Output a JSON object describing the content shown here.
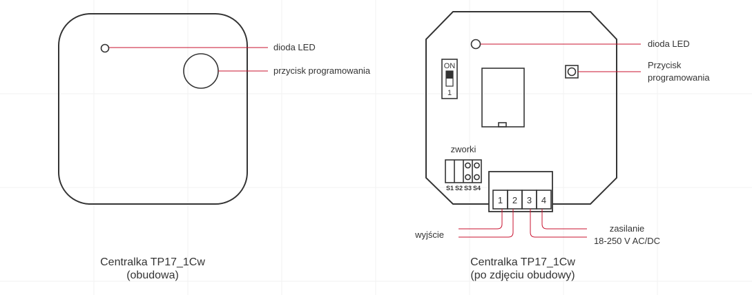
{
  "colors": {
    "outline": "#333333",
    "leader": "#c8102e"
  },
  "left": {
    "labels": {
      "led": "dioda LED",
      "button": "przycisk programowania"
    },
    "caption": [
      "Centralka TP17_1Cw",
      "(obudowa)"
    ]
  },
  "right": {
    "labels": {
      "led": "dioda LED",
      "button": [
        "Przycisk",
        "programowania"
      ],
      "jumpers": "zworki",
      "output": "wyjście",
      "supply": [
        "zasilanie",
        "18-250 V AC/DC"
      ]
    },
    "dip": {
      "on": "ON",
      "one": "1"
    },
    "jumper_names": [
      "S1",
      "S2",
      "S3",
      "S4"
    ],
    "terminals": [
      "1",
      "2",
      "3",
      "4"
    ],
    "caption": [
      "Centralka TP17_1Cw",
      "(po zdjęciu obudowy)"
    ]
  }
}
